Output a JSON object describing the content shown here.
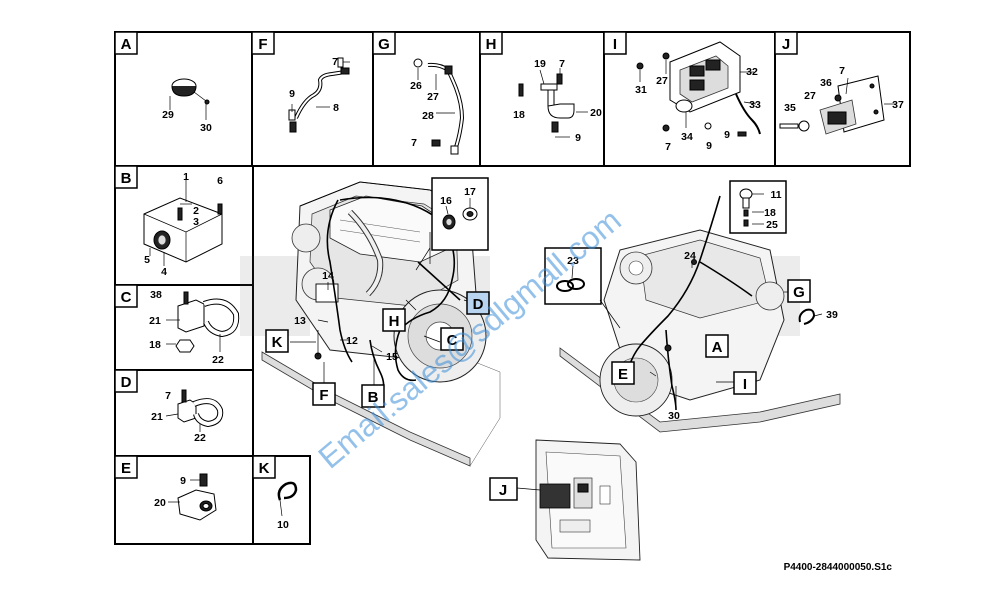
{
  "panels": [
    {
      "letter": "A",
      "callouts": [
        "29",
        "30"
      ]
    },
    {
      "letter": "F",
      "callouts": [
        "7",
        "9",
        "8"
      ]
    },
    {
      "letter": "G",
      "callouts": [
        "26",
        "27",
        "28",
        "7"
      ]
    },
    {
      "letter": "H",
      "callouts": [
        "19",
        "7",
        "18",
        "20",
        "9"
      ]
    },
    {
      "letter": "I",
      "callouts": [
        "27",
        "32",
        "31",
        "33",
        "34",
        "7",
        "9",
        "9"
      ]
    },
    {
      "letter": "J",
      "callouts": [
        "7",
        "36",
        "27",
        "35",
        "37"
      ]
    },
    {
      "letter": "B",
      "callouts": [
        "1",
        "6",
        "2",
        "3",
        "5",
        "4"
      ]
    },
    {
      "letter": "C",
      "callouts": [
        "38",
        "21",
        "18",
        "22"
      ]
    },
    {
      "letter": "D",
      "callouts": [
        "7",
        "21",
        "22"
      ]
    },
    {
      "letter": "E",
      "callouts": [
        "9",
        "20"
      ]
    },
    {
      "letter": "K",
      "callouts": [
        "10"
      ]
    }
  ],
  "main_left": {
    "tags": [
      "H",
      "D",
      "K",
      "C",
      "F",
      "B"
    ],
    "callouts": [
      "16",
      "17",
      "14",
      "13",
      "12",
      "15"
    ]
  },
  "main_right": {
    "tags": [
      "G",
      "A",
      "E",
      "I"
    ],
    "callouts": [
      "11",
      "18",
      "25",
      "23",
      "24",
      "39",
      "30"
    ]
  },
  "cab_view": {
    "tag": "J"
  },
  "watermark": "Email:sales@sdlgmall.com",
  "drawing_number": "P4400-2844000050.S1c",
  "colors": {
    "line": "#000000",
    "watermark": "#3b8fd9",
    "background": "#ffffff"
  }
}
